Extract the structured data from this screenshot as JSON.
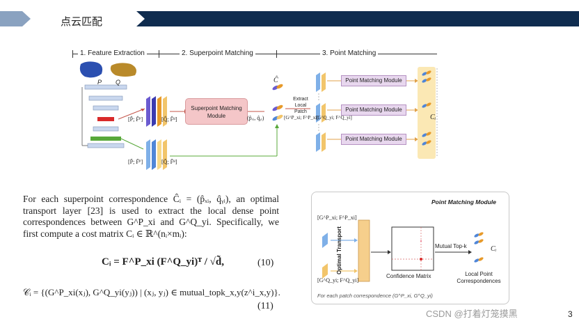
{
  "slide": {
    "title": "点云匹配",
    "page_number": "3",
    "watermark": "CSDN @打着灯笼摸黑"
  },
  "colors": {
    "header_bar": "#0f2c4f",
    "header_accent": "#8aa2c0",
    "superpoint_box": "#f4c6c8",
    "point_module": "#e8d7ee",
    "confidence_band": "#fbe8b4"
  },
  "pipeline": {
    "stage1": "1. Feature Extraction",
    "stage2": "2. Superpoint Matching",
    "stage3": "3. Point Matching",
    "label_p": "P",
    "label_q": "Q",
    "feat_coarse_p": "[P̂; F̂ᴾ]",
    "feat_coarse_q": "[Q̂; F̂ᴽ]",
    "feat_fine_p": "[P̃; F̃ᴾ]",
    "feat_fine_q": "[Q̃; F̃ᴽ]",
    "superpoint_module": "Superpoint Matching Module",
    "corr_pair": "(p̂ₓᵢ, q̂ᵧᵢ)",
    "corr_set": "Ĉ",
    "extract_label": "Extract Local Patch",
    "patch_p": "[G^P_xi; F^P_xi]",
    "patch_q": "[G^Q_yi; F^Q_yi]",
    "point_module_1": "Point Matching Module",
    "point_module_2": "Point Matching Module",
    "point_module_3": "Point Matching Module",
    "ci_label": "Cᵢ"
  },
  "text": {
    "para": "For each superpoint correspondence Ĉᵢ = (p̂ₓᵢ, q̂ᵧᵢ), an optimal transport layer [23] is used to extract the local dense point correspondences between G^P_xi and G^Q_yi. Specifically, we first compute a cost matrix Cᵢ ∈ ℝ^(nᵢ×mᵢ):",
    "eq10": "Cᵢ = F^P_xi (F^Q_yi)ᵀ / √d̃,",
    "eq10_num": "(10)",
    "eq11": "𝒞ᵢ = {(G^P_xi(xⱼ), G^Q_yi(yⱼ)) | (xⱼ, yⱼ) ∈ mutual_topk_x,y(z^i_x,y)}.",
    "eq11_num": "(11)"
  },
  "detail": {
    "title": "Point Matching Module",
    "in_p": "[G^P_xi; F^P_xi]",
    "in_q": "[G^Q_yi; F^Q_yi]",
    "optimal_transport": "Optimal Transport",
    "confidence_matrix": "Confidence Matrix",
    "mutual_topk": "Mutual Top-k",
    "ci": "Cᵢ",
    "local_corr": "Local Point Correspondences",
    "footer": "For each patch correspondence (G^P_xi, G^Q_yi)"
  }
}
